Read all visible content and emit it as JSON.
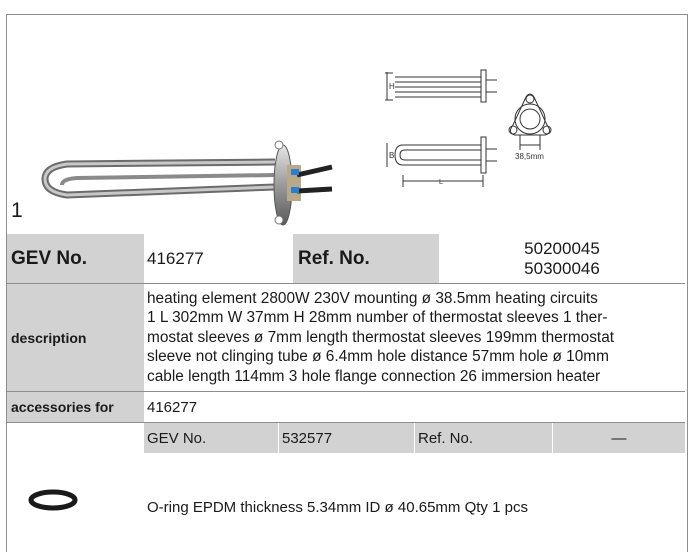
{
  "product": {
    "item_number": "1",
    "gev_label": "GEV No.",
    "gev_value": "416277",
    "ref_label": "Ref. No.",
    "ref_values": [
      "50200045",
      "50300046"
    ]
  },
  "drawing": {
    "height_label": "H",
    "width_label": "B",
    "length_label": "L",
    "flange_dim": "38,5mm"
  },
  "description": {
    "label": "description",
    "lines": [
      "heating element  2800W 230V mounting ø 38.5mm heating circuits",
      "1 L 302mm W 37mm H 28mm number of thermostat sleeves 1 ther-",
      "mostat sleeves ø 7mm length thermostat sleeves 199mm thermostat",
      "sleeve not clinging tube ø 6.4mm hole distance 57mm hole ø 10mm",
      "cable length 114mm 3 hole flange connection 26 immersion heater"
    ]
  },
  "accessories": {
    "label": "accessories for",
    "value": "416277"
  },
  "accessory_item": {
    "gev_label": "GEV No.",
    "gev_value": "532577",
    "ref_label": "Ref. No.",
    "ref_value": "—",
    "description": "O-ring  EPDM thickness 5.34mm ID ø 40.65mm Qty 1 pcs"
  }
}
